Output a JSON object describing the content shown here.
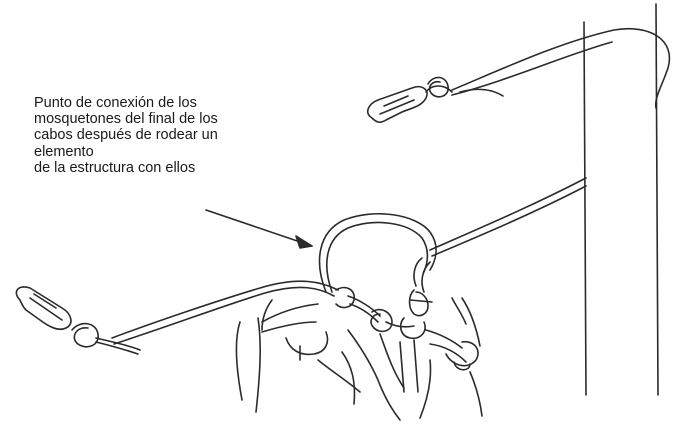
{
  "annotation": {
    "lines": [
      "Punto de conexión de los",
      "mosquetones del final de los",
      "cabos después de rodear un",
      "elemento",
      "de la estructura con ellos"
    ]
  },
  "colors": {
    "ink": "#2b2b2b",
    "background": "#ffffff"
  },
  "icons": {
    "arrow": "arrow-icon",
    "carabiner": "carabiner-icon",
    "knot": "knot-icon"
  }
}
